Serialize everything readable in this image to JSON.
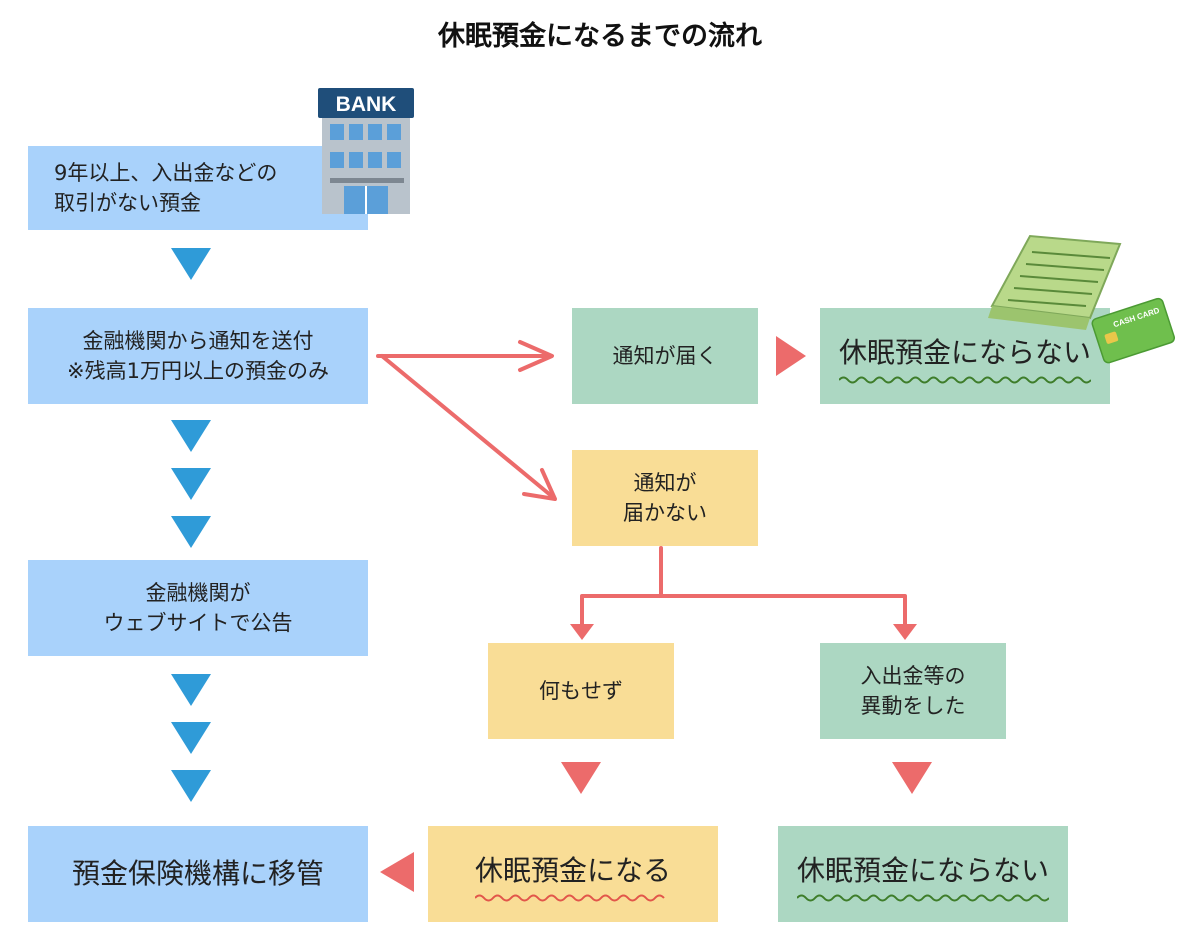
{
  "title": "休眠預金になるまでの流れ",
  "bank_sign": "BANK",
  "card_text": "CASH CARD",
  "boxes": {
    "no_transaction": [
      "9年以上、入出金などの",
      "取引がない預金"
    ],
    "notice_sent": [
      "金融機関から通知を送付",
      "※残高1万円以上の預金のみ"
    ],
    "website_notice": [
      "金融機関が",
      "ウェブサイトで公告"
    ],
    "transfer": "預金保険機構に移管",
    "notice_received": "通知が届く",
    "not_dormant_top": "休眠預金にならない",
    "notice_not_received": [
      "通知が",
      "届かない"
    ],
    "do_nothing": "何もせず",
    "account_activity": [
      "入出金等の",
      "異動をした"
    ],
    "becomes_dormant": "休眠預金になる",
    "not_dormant_bottom": "休眠預金にならない"
  },
  "colors": {
    "blue_box": "#a9d2fb",
    "green_box": "#acd7c2",
    "yellow_box": "#f9dd96",
    "blue_arrow": "#2f9bd8",
    "red_arrow": "#ec6b6b",
    "green_wave": "#3e7d2a",
    "red_wave": "#e2564a"
  }
}
